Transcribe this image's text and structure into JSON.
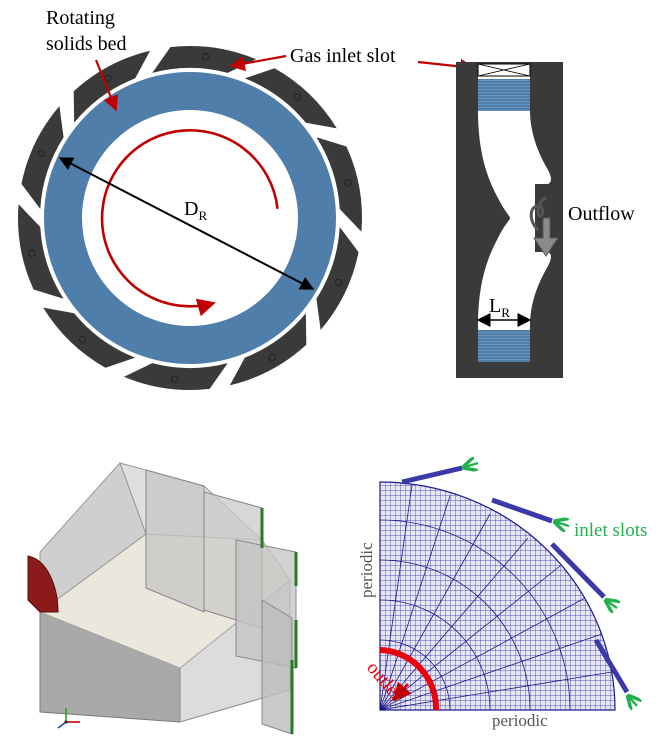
{
  "panel_a": {
    "bed_label_line1": "Rotating",
    "bed_label_line2": "solids bed",
    "inlet_label": "Gas inlet slot",
    "diameter_main": "D",
    "diameter_sub": "R"
  },
  "panel_b": {
    "outflow_label": "Outflow",
    "length_main": "L",
    "length_sub": "R"
  },
  "panel_d": {
    "periodic_left": "periodic",
    "periodic_bottom": "periodic",
    "inlet_slots_label": "inlet slots",
    "outlet_label": "outlet"
  },
  "colors": {
    "bed_blue": "#4f7eaa",
    "wall_dark": "#3a3a3a",
    "arrow_red": "#c00000",
    "label_green": "#22b14c",
    "outlet_red": "#e8000b",
    "mesh_navy": "#1e1a8a"
  }
}
